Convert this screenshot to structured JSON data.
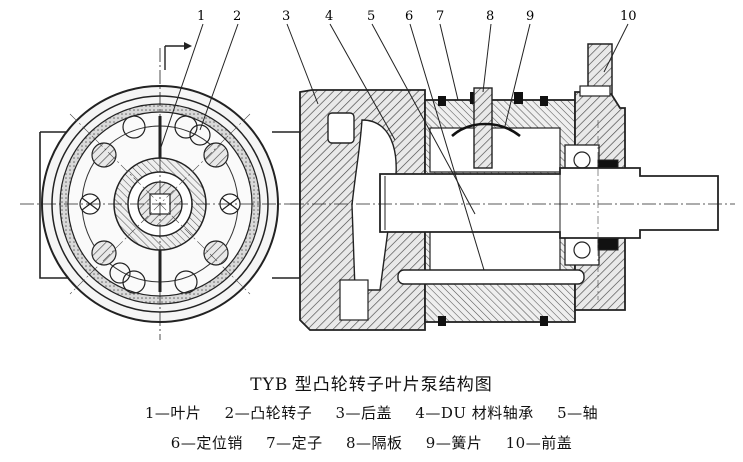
{
  "callouts": [
    "1",
    "2",
    "3",
    "4",
    "5",
    "6",
    "7",
    "8",
    "9",
    "10"
  ],
  "title": "TYB 型凸轮转子叶片泵结构图",
  "legend": [
    "1—叶片",
    "2—凸轮转子",
    "3—后盖",
    "4—DU 材料轴承",
    "5—轴",
    "6—定位销",
    "7—定子",
    "8—隔板",
    "9—簧片",
    "10—前盖"
  ]
}
